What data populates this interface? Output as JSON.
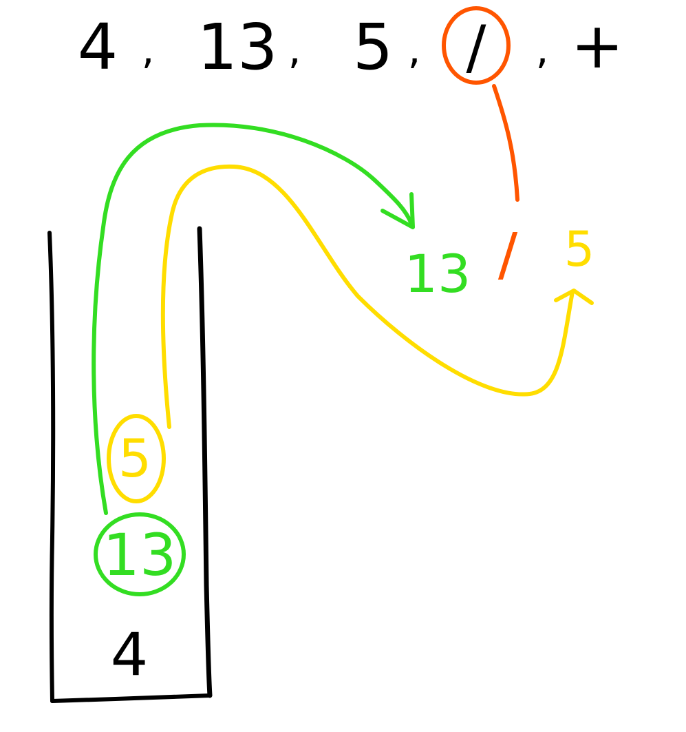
{
  "tokens": [
    "4",
    ",",
    "13",
    ",",
    "5",
    ",",
    "/",
    ",",
    "+"
  ],
  "stack_items": [
    "4",
    "13",
    "5"
  ],
  "result_expression": {
    "left": "13",
    "operator": "/",
    "right": "5"
  },
  "colors": {
    "ink": "#000000",
    "green": "#33dd22",
    "yellow": "#ffdd00",
    "orange": "#ff5500",
    "background": "#ffffff"
  }
}
